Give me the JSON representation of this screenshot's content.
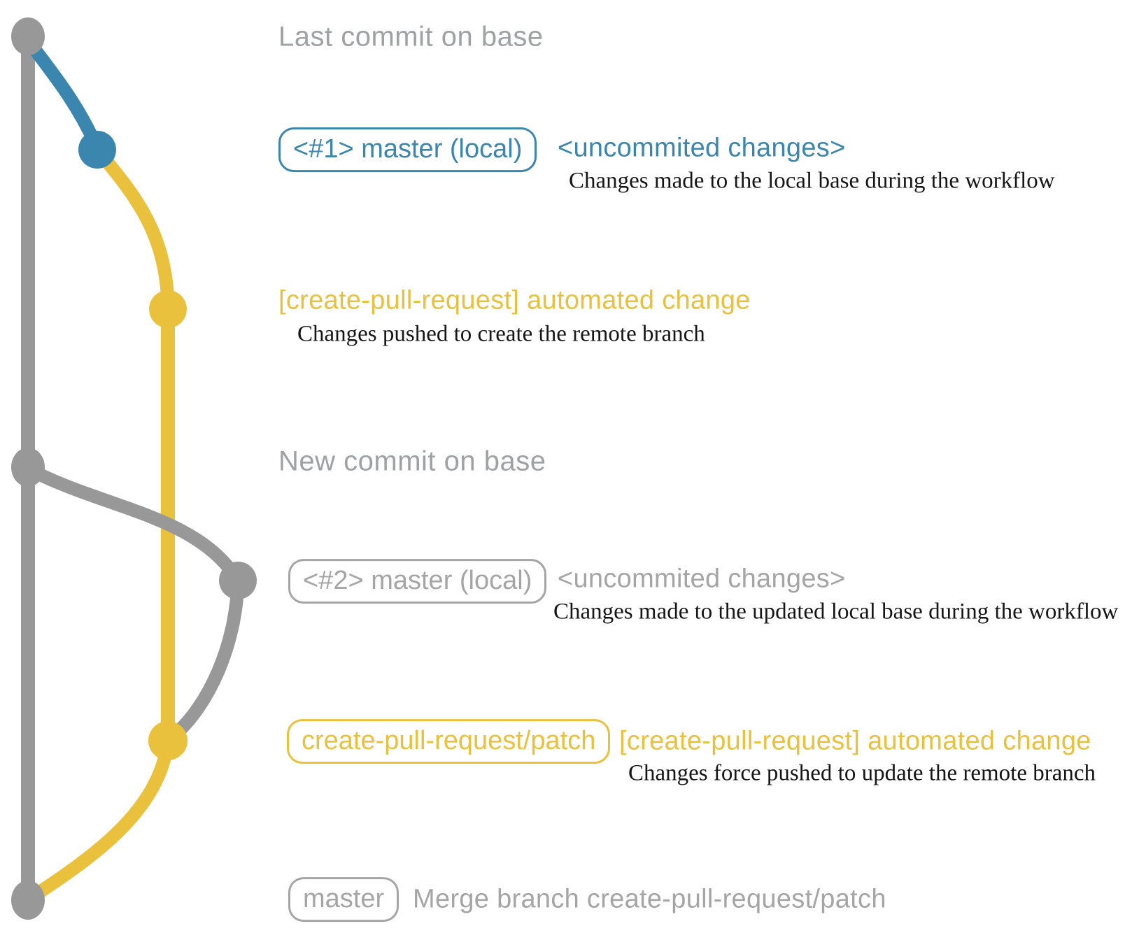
{
  "palette": {
    "blue": "#3a86ae",
    "yellow": "#e9c13c",
    "branch_gray": "#989898",
    "muted_gray": "#a5a5a5",
    "note_gray": "#9fa1a3",
    "text_black": "#161616"
  },
  "graph": {
    "branches": [
      "base",
      "master-local",
      "create-pull-request/patch"
    ],
    "commits": [
      "last-commit-on-base",
      "local-master-commit-1",
      "patch-branch-commit-1",
      "new-commit-on-base",
      "local-master-commit-2",
      "patch-branch-commit-2",
      "merge-commit"
    ]
  },
  "rows": {
    "last_commit_note": "Last commit on base",
    "row1": {
      "badge": "<#1> master (local)",
      "title": "<uncommited changes>",
      "desc": "Changes made to the local base during the workflow"
    },
    "row2": {
      "title": "[create-pull-request] automated change",
      "desc": "Changes pushed to create the remote branch"
    },
    "new_commit_note": "New commit on base",
    "row3": {
      "badge": "<#2> master (local)",
      "title": "<uncommited changes>",
      "desc": "Changes made to the updated local base during the workflow"
    },
    "row4": {
      "badge": "create-pull-request/patch",
      "title": "[create-pull-request] automated change",
      "desc": "Changes force pushed to update the remote branch"
    },
    "row5": {
      "badge": "master",
      "title": "Merge branch create-pull-request/patch"
    }
  }
}
